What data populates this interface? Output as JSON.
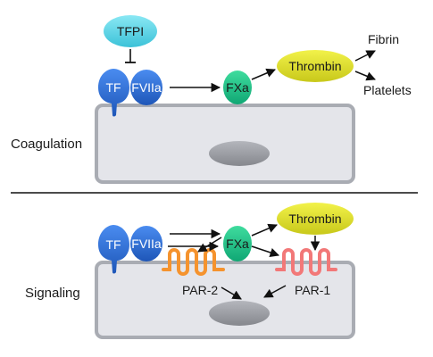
{
  "panels": {
    "coagulation": {
      "label": "Coagulation",
      "inhibitor": "TFPI",
      "tf": "TF",
      "fviia": "FVIIa",
      "fxa": "FXa",
      "thrombin": "Thrombin",
      "outputs": [
        "Fibrin",
        "Platelets"
      ]
    },
    "signaling": {
      "label": "Signaling",
      "tf": "TF",
      "fviia": "FVIIa",
      "fxa": "FXa",
      "thrombin": "Thrombin",
      "receptors": [
        "PAR-2",
        "PAR-1"
      ]
    }
  },
  "colors": {
    "tf_fviia": "#2f6fd8",
    "tfpi": "#5fd3e6",
    "fxa": "#1fc08a",
    "thrombin": "#dede2a",
    "par2": "#f5932e",
    "par1": "#f27878",
    "cell": "#e4e5ea",
    "cell_border": "#a9acb3",
    "nucleus": "#9ea0a6"
  },
  "icons": [
    "inhibition-bar",
    "activation-arrow",
    "seven-transmembrane-receptor"
  ]
}
